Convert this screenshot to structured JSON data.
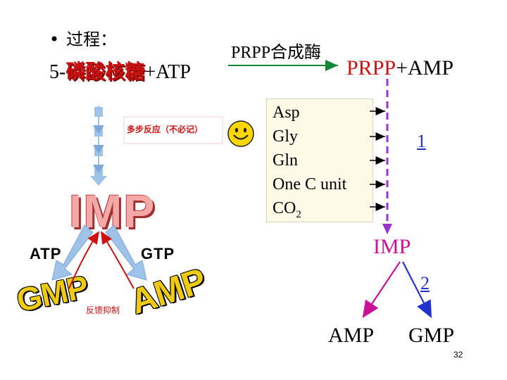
{
  "header": {
    "bullet": "•",
    "title": "过程："
  },
  "reaction": {
    "prefix": "5-",
    "substrate_red": "磷酸核糖",
    "suffix": "+ATP",
    "enzyme": "PRPP合成酶",
    "product_red": "PRPP",
    "product_rest": "+AMP"
  },
  "sources": [
    {
      "label": "Asp"
    },
    {
      "label": "Gly"
    },
    {
      "label": "Gln"
    },
    {
      "label": "One C unit"
    },
    {
      "label": "CO",
      "sub": "2"
    }
  ],
  "steps": {
    "step1": "1",
    "step2": "2"
  },
  "nodes": {
    "imp": "IMP",
    "amp": "AMP",
    "gmp": "GMP"
  },
  "cartoon": {
    "note": "多步反应（不必记）",
    "imp": "IMP",
    "atp": "ATP",
    "gtp": "GTP",
    "gmp": "GMP",
    "amp": "AMP",
    "feedback": "反馈抑制"
  },
  "colors": {
    "red_accent": "#cc1111",
    "magenta": "#cc1199",
    "purple_path": "#9933cc",
    "blue_link": "#2233cc",
    "box_bg": "#fdfbe8",
    "cartoon_arrow": "#9ec2e8",
    "cartoon_yellow": "#eecb10"
  },
  "icons": {
    "smiley": "smiley-face-icon",
    "arrows": "right-arrow-icon"
  },
  "page_number": "32"
}
